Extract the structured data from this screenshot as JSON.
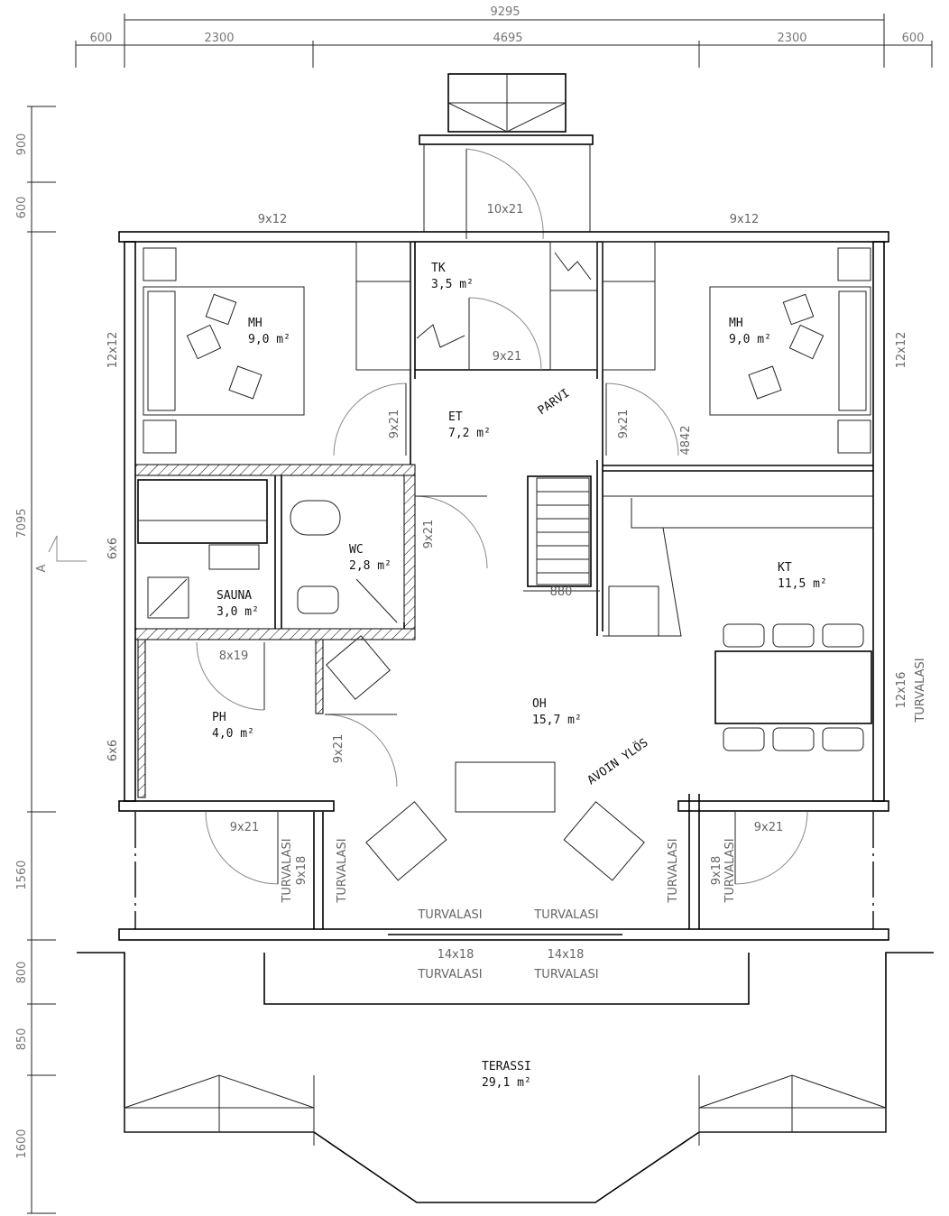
{
  "dimensions": {
    "top_total": "9295",
    "top_segments": [
      "600",
      "2300",
      "4695",
      "2300",
      "600"
    ],
    "left_segments": [
      "900",
      "600",
      "7095",
      "1560",
      "800",
      "850",
      "1600"
    ],
    "inner": [
      "880",
      "4842"
    ]
  },
  "rooms": [
    {
      "name": "MH",
      "area": "9,0 m²"
    },
    {
      "name": "TK",
      "area": "3,5 m²"
    },
    {
      "name": "MH",
      "area": "9,0 m²"
    },
    {
      "name": "ET",
      "area": "7,2 m²"
    },
    {
      "name": "WC",
      "area": "2,8 m²"
    },
    {
      "name": "SAUNA",
      "area": "3,0 m²"
    },
    {
      "name": "KT",
      "area": "11,5 m²"
    },
    {
      "name": "PH",
      "area": "4,0 m²"
    },
    {
      "name": "OH",
      "area": "15,7 m²"
    },
    {
      "name": "TERASSI",
      "area": "29,1 m²"
    }
  ],
  "annotations": {
    "parvi": "PARVI",
    "avoin": "AVOIN YLÖS",
    "section": "A"
  },
  "openings": [
    "9x12",
    "10x21",
    "9x12",
    "12x12",
    "12x12",
    "9x21",
    "9x21",
    "9x21",
    "9x21",
    "6x6",
    "6x6",
    "8x19",
    "9x21",
    "12x16",
    "TURVALASI",
    "9x21",
    "9x21",
    "TURVALASI",
    "9x18",
    "TURVALASI",
    "TURVALASI",
    "9x18",
    "TURVALASI",
    "TURVALASI",
    "TURVALASI",
    "14x18",
    "TURVALASI",
    "14x18",
    "TURVALASI"
  ]
}
